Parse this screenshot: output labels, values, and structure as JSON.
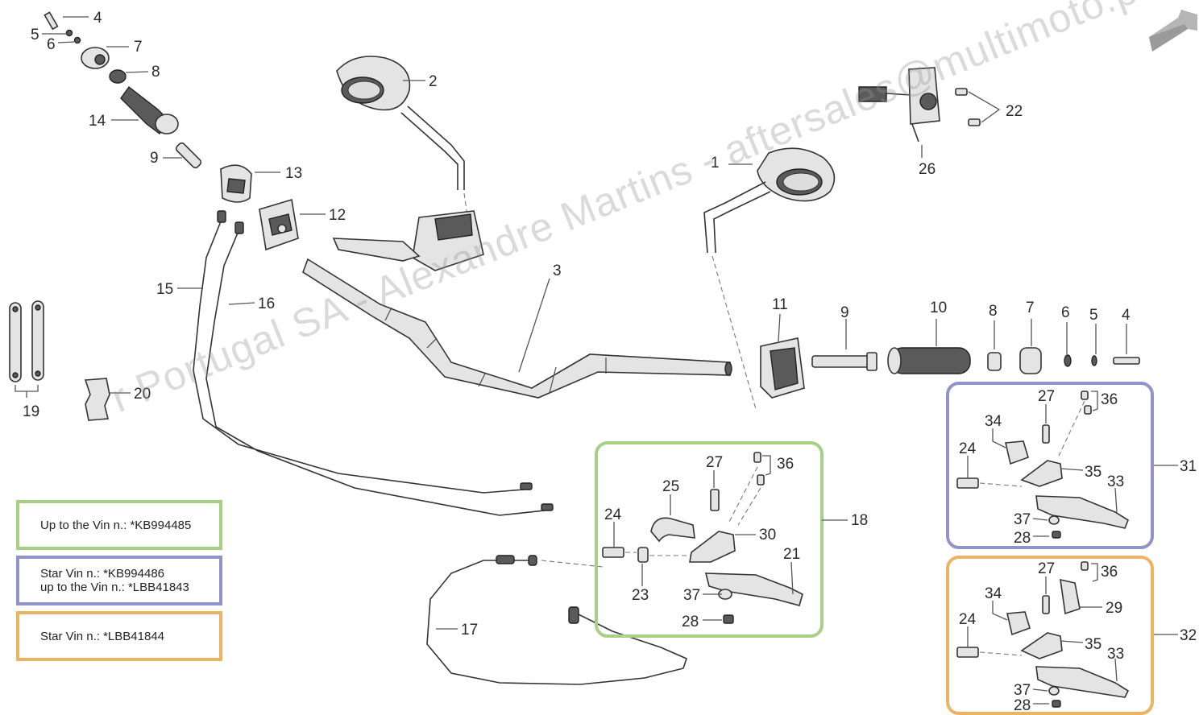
{
  "labels": {
    "p1": "1",
    "p2": "2",
    "p3": "3",
    "p4a": "4",
    "p4b": "4",
    "p5a": "5",
    "p5b": "5",
    "p6a": "6",
    "p6b": "6",
    "p7a": "7",
    "p7b": "7",
    "p8a": "8",
    "p8b": "8",
    "p9a": "9",
    "p9b": "9",
    "p10": "10",
    "p11": "11",
    "p12": "12",
    "p13": "13",
    "p14": "14",
    "p15": "15",
    "p16": "16",
    "p17": "17",
    "p18": "18",
    "p19": "19",
    "p20": "20",
    "p21": "21",
    "p22": "22",
    "p23": "23",
    "p24a": "24",
    "p24b": "24",
    "p24c": "24",
    "p25": "25",
    "p26": "26",
    "p27a": "27",
    "p27b": "27",
    "p27c": "27",
    "p28a": "28",
    "p28b": "28",
    "p28c": "28",
    "p29": "29",
    "p30": "30",
    "p31": "31",
    "p32": "32",
    "p33a": "33",
    "p33b": "33",
    "p34a": "34",
    "p34b": "34",
    "p35a": "35",
    "p35b": "35",
    "p36a": "36",
    "p36b": "36",
    "p36c": "36",
    "p37a": "37",
    "p37b": "37",
    "p37c": "37"
  },
  "legend": {
    "green": "Up to the Vin n.: *KB994485",
    "blue_line1": "Star Vin n.: *KB994486",
    "blue_line2": "up to the Vin n.: *LBB41843",
    "orange": "Star Vin n.: *LBB41844"
  },
  "colors": {
    "green": "#a8cf86",
    "blue": "#9294c9",
    "orange": "#eab463"
  },
  "watermark": "r Portugal SA - Alexandre Martins - aftersales@multimoto.pt",
  "icons": {
    "corner": "arrow-corner-icon"
  }
}
